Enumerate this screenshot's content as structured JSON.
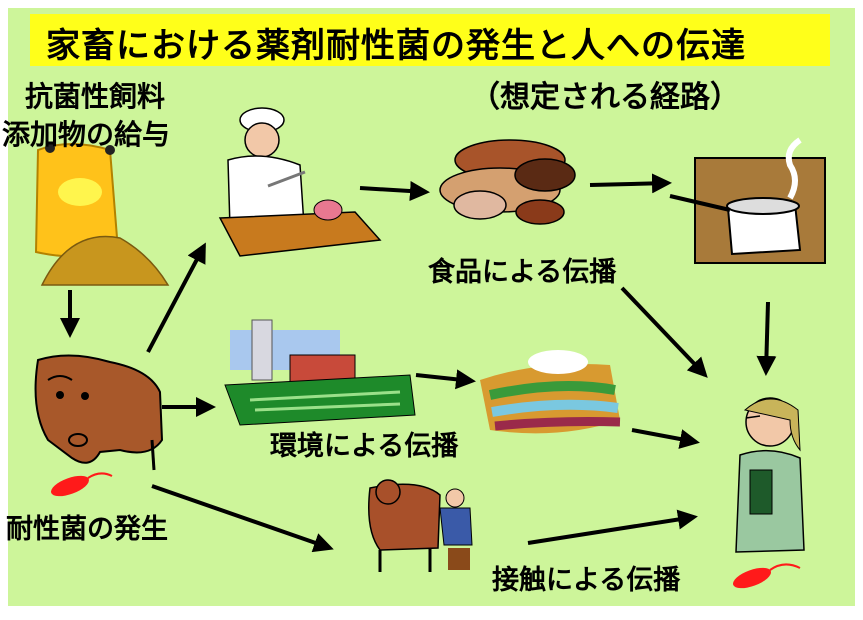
{
  "title": "家畜における薬剤耐性菌の発生と人への伝達",
  "subtitle": "（想定される経路）",
  "labels": {
    "feed_line1": "抗菌性飼料",
    "feed_line2": "添加物の給与",
    "food_transmission": "食品による伝播",
    "environment_transmission": "環境による伝播",
    "contact_transmission": "接触による伝播",
    "resistant_bacteria_emergence": "耐性菌の発生"
  },
  "colors": {
    "background": "#cdf59a",
    "title_banner": "#ffff1a",
    "bacteria": "#ff1a1a"
  },
  "icons": [
    "feed-bag-icon",
    "cow-icon",
    "bacterium-icon",
    "butcher-icon",
    "sausages-icon",
    "cooking-pot-icon",
    "farm-icon",
    "fields-icon",
    "dairy-cow-icon",
    "person-icon"
  ]
}
